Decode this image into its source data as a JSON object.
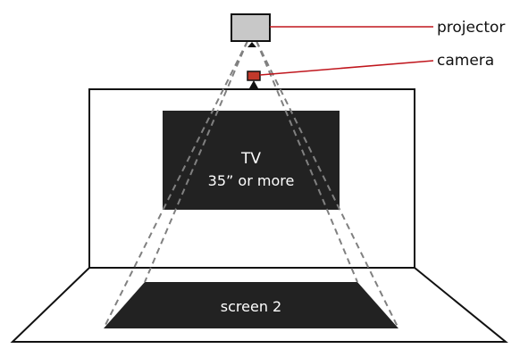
{
  "labels": {
    "projector": "projector",
    "camera": "camera"
  },
  "tv": {
    "line1": "TV",
    "line2": "35” or more"
  },
  "floor_screen": {
    "label": "screen 2"
  },
  "colors": {
    "leader_line": "#c0161d",
    "projector_fill": "#c8c8c8",
    "camera_fill": "#c0392b",
    "screen_fill": "#222222",
    "outline": "#111111",
    "beam": "#808080"
  }
}
